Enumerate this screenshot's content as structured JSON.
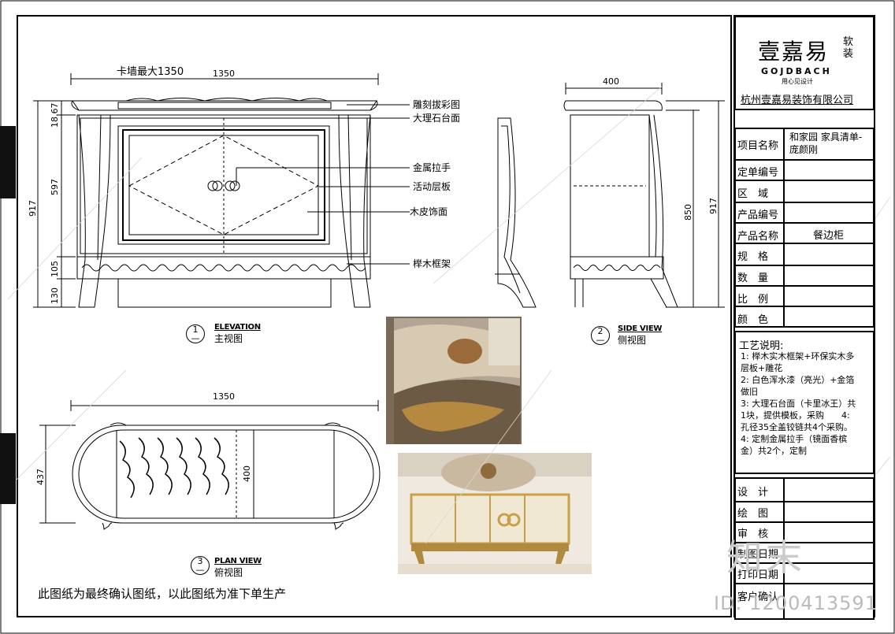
{
  "elevation": {
    "labels": [
      "雕刻拔彩图",
      "大理石台面",
      "金属拉手",
      "活动层板",
      "木皮饰面",
      "榉木框架"
    ],
    "dim_top_note": "卡墙最大1350",
    "dim_top": "1350",
    "dim_left_total": "917",
    "dim_left_parts": [
      "18.67",
      "597",
      "105",
      "130"
    ],
    "view_number": "1",
    "view_title": "ELEVATION",
    "view_sub": "主视图"
  },
  "side_view": {
    "dim_top": "400",
    "dim_right_inner": "850",
    "dim_right_total": "917",
    "view_number": "2",
    "view_title": "SIDE VIEW",
    "view_sub": "侧视图"
  },
  "plan_view": {
    "dim_top": "1350",
    "dim_left": "437",
    "dim_inner": "400",
    "view_number": "3",
    "view_title": "PLAN VIEW",
    "view_sub": "俯视图"
  },
  "footer_note": "此图纸为最终确认图纸，以此图纸为准下单生产",
  "title_block": {
    "brand_cn": "壹嘉易",
    "brand_tag": "软装",
    "brand_en": "GOJDBACH",
    "brand_slogan": "用心见设计",
    "company": "杭州壹嘉易装饰有限公司",
    "fields": [
      {
        "label": "项目名称",
        "value": "和家园 家具清单-庞颜刚"
      },
      {
        "label": "定单编号",
        "value": ""
      },
      {
        "label": "区　域",
        "value": ""
      },
      {
        "label": "产品编号",
        "value": ""
      },
      {
        "label": "产品名称",
        "value": "餐边柜"
      },
      {
        "label": "规　格",
        "value": ""
      },
      {
        "label": "数　量",
        "value": ""
      },
      {
        "label": "比　例",
        "value": ""
      },
      {
        "label": "颜　色",
        "value": ""
      }
    ],
    "craft_title": "工艺说明:",
    "craft_lines": [
      "1: 榉木实木框架+环保实木多",
      "层板+雕花",
      "2: 白色浑水漆（亮光）+金箔",
      "做旧",
      "3: 大理石台面（卡里冰王）共",
      "1块，提供模板，采购　　4:",
      "孔径35全盖铰链共4个采购。",
      "4: 定制金属拉手（镜面香槟",
      "金）共2个，定制"
    ],
    "sign_fields": [
      "设　计",
      "绘　图",
      "审　核",
      "制图日期",
      "打印日期",
      "客户确认"
    ]
  },
  "watermark": {
    "id_text": "ID: 1200413591",
    "brand_text": "知末"
  },
  "colors": {
    "line": "#000000",
    "watermark": "#bbbbbb",
    "gold": "#c9a04a",
    "cream": "#f1e8d3"
  }
}
